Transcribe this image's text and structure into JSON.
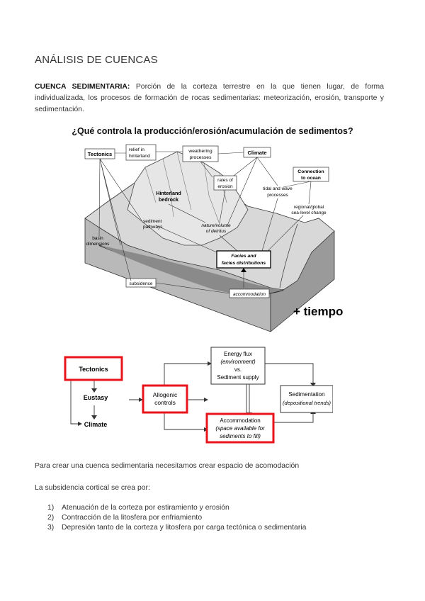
{
  "document": {
    "title": "ANÁLISIS DE CUENCAS",
    "definition_term": "CUENCA SEDIMENTARIA:",
    "definition_text": " Porción de la corteza terrestre en la que tienen lugar, de forma individualizada, los procesos de formación de rocas sedimentarias: meteorización, erosión, transporte y sedimentación.",
    "question": "¿Qué controla la producción/erosión/acumulación de sedimentos?",
    "tiempo": "+ tiempo",
    "para1": "Para crear una cuenca sedimentaria necesitamos crear espacio de acomodación",
    "para2": "La subsidencia cortical se crea por:",
    "list": [
      {
        "num": "1)",
        "text": "Atenuación de la corteza por estiramiento y erosión"
      },
      {
        "num": "2)",
        "text": "Contracción de la litosfera por enfriamiento"
      },
      {
        "num": "3)",
        "text": "Depresión tanto de la corteza y litosfera por carga tectónica o sedimentaria"
      }
    ]
  },
  "block_diagram": {
    "tectonics": "Tectonics",
    "relief1": "relief in",
    "relief2": "hinterland",
    "weathering1": "weathering",
    "weathering2": "processes",
    "climate": "Climate",
    "connection1": "Connection",
    "connection2": "to ocean",
    "rates1": "rates of",
    "rates2": "erosion",
    "hinterland1": "Hinterland",
    "hinterland2": "bedrock",
    "tidal1": "tidal and wave",
    "tidal2": "processes",
    "sealevel1": "regional/global",
    "sealevel2": "sea-level change",
    "pathways1": "sediment",
    "pathways2": "pathways",
    "nature1": "nature/volume",
    "nature2": "of detritus",
    "basin1": "basin",
    "basin2": "dimensions",
    "facies1": "Facies and",
    "facies2": "facies distributions",
    "subsidence": "subsidence",
    "accommodation": "accommodation"
  },
  "flowchart": {
    "tectonics": "Tectonics",
    "eustasy": "Eustasy",
    "climate": "Climate",
    "allogenic1": "Allogenic",
    "allogenic2": "controls",
    "energy1": "Energy flux",
    "energy2": "(environment)",
    "energy3": "vs.",
    "energy4": "Sediment supply",
    "accom1": "Accommodation",
    "accom2": "(space available for",
    "accom3": "sediments to fill)",
    "sed1": "Sedimentation",
    "sed2": "(depositional trends)",
    "highlight_color": "#e8141c"
  }
}
